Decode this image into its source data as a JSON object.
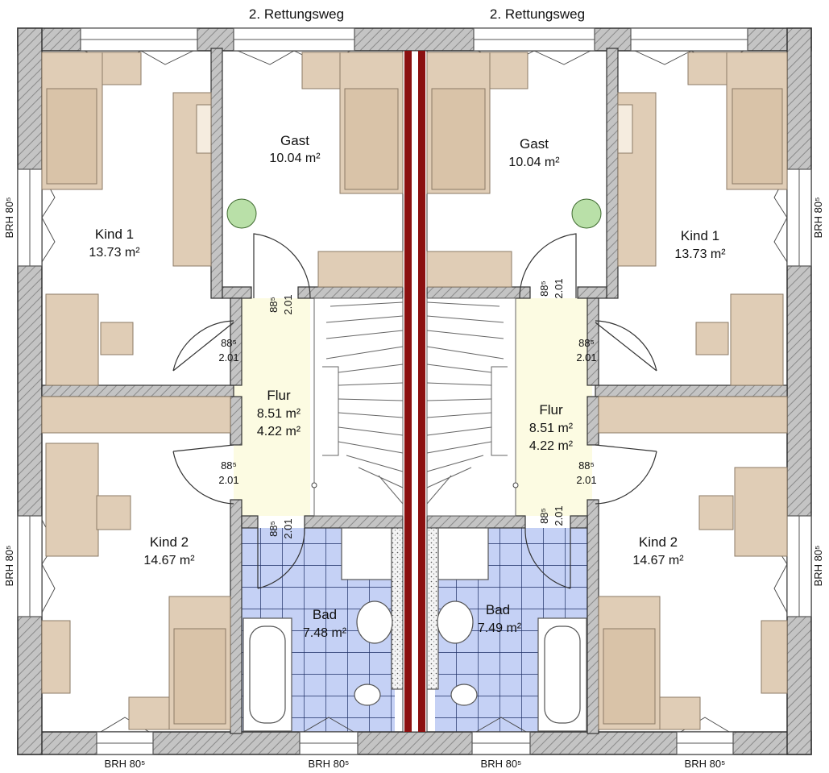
{
  "colors": {
    "wall_fill": "#bdbdbd",
    "wall_stroke": "#333333",
    "hall": "#fcfbe2",
    "bath_tile": "#c5d1f5",
    "bath_grid": "#1f2f66",
    "furniture": "#e0cdb6",
    "furniture_stroke": "#8b7a66",
    "party_wall": "#8b1010"
  },
  "labels": {
    "escape_route": "2. Rettungsweg",
    "brh": "BRH 80⁵"
  },
  "rooms": {
    "left_kind1": {
      "name": "Kind 1",
      "area": "13.73 m²"
    },
    "left_gast": {
      "name": "Gast",
      "area": "10.04 m²"
    },
    "left_flur": {
      "name": "Flur",
      "area": "8.51 m²",
      "area2": "4.22 m²"
    },
    "left_kind2": {
      "name": "Kind 2",
      "area": "14.67 m²"
    },
    "left_bad": {
      "name": "Bad",
      "area": "7.48 m²"
    },
    "right_gast": {
      "name": "Gast",
      "area": "10.04 m²"
    },
    "right_kind1": {
      "name": "Kind 1",
      "area": "13.73 m²"
    },
    "right_flur": {
      "name": "Flur",
      "area": "8.51 m²",
      "area2": "4.22 m²"
    },
    "right_kind2": {
      "name": "Kind 2",
      "area": "14.67 m²"
    },
    "right_bad": {
      "name": "Bad",
      "area": "7.49 m²"
    }
  },
  "door_dims": {
    "width": "88⁵",
    "height": "2.01"
  }
}
